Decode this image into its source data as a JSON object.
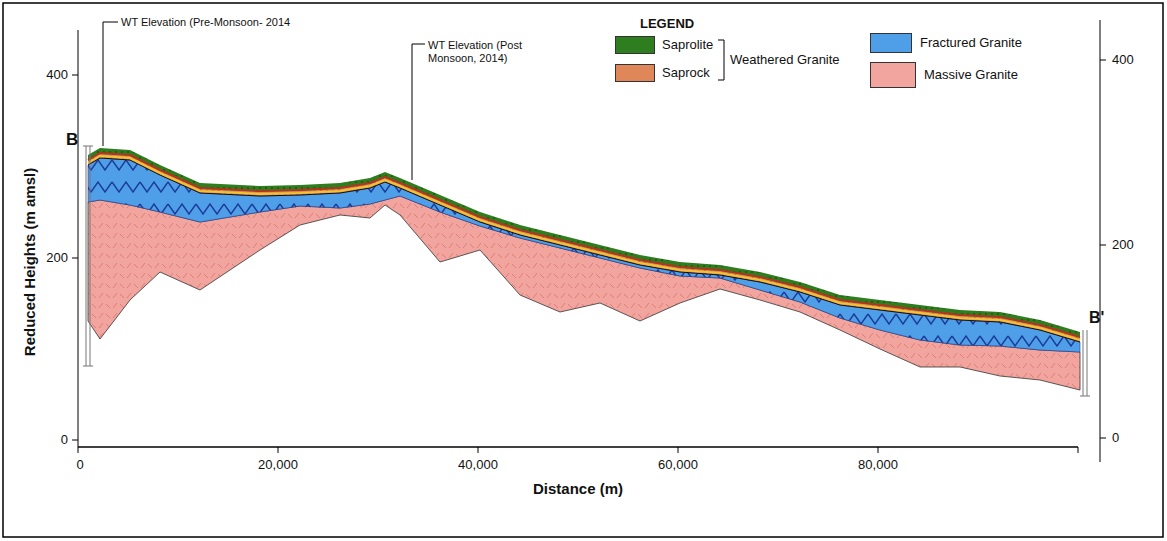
{
  "diagram": {
    "labels": [
      "B",
      "WT Elevation (Pre-Monsoon- 2014",
      "WT Elevation (Post Monsoon, 2014)",
      "LEGEND",
      "Weathered Granite",
      "B'",
      "Reduced Heights (m amsl)",
      "400",
      "200",
      "0",
      "400",
      "200",
      "0",
      "0",
      "20,000",
      "40,000",
      "60,000",
      "80,000",
      "Distance (m)"
    ],
    "legend": [
      {
        "text": "Saprolite",
        "color": "#2e7d1f"
      },
      {
        "text": "Saprock",
        "color": "#e0875a"
      },
      {
        "text": "Fractured Granite",
        "color": "#4f9fe8"
      },
      {
        "text": "Massive Granite",
        "color": "#f2a59e"
      }
    ]
  }
}
